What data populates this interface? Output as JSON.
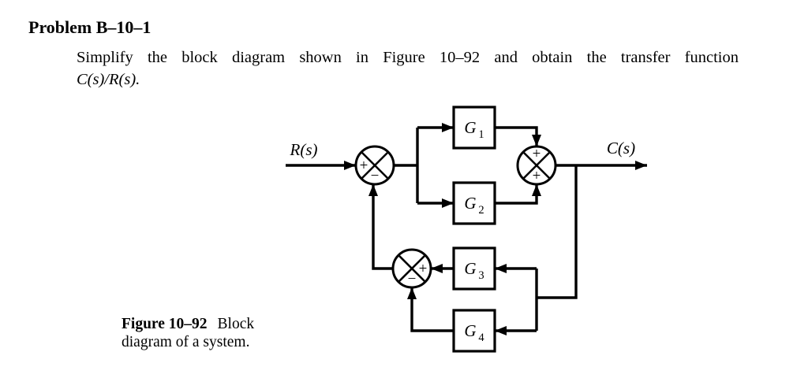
{
  "page": {
    "title": "Problem B–10–1",
    "statement_line1": "Simplify the block diagram shown in Figure 10–92 and obtain the transfer function",
    "statement_line2": "C(s)/R(s)."
  },
  "figure": {
    "caption_label": "Figure 10–92",
    "caption_line1": "Block",
    "caption_line2": "diagram of a system."
  },
  "diagram": {
    "input_label": "R(s)",
    "output_label": "C(s)",
    "blocks": [
      {
        "id": "G1",
        "letter": "G",
        "subscript": "1"
      },
      {
        "id": "G2",
        "letter": "G",
        "subscript": "2"
      },
      {
        "id": "G3",
        "letter": "G",
        "subscript": "3"
      },
      {
        "id": "G4",
        "letter": "G",
        "subscript": "4"
      }
    ],
    "junctions": [
      {
        "id": "input-sum",
        "sign_left": "+",
        "sign_bottom": "−"
      },
      {
        "id": "output-sum",
        "sign_top": "+",
        "sign_bottom": "+"
      },
      {
        "id": "feedback-sum",
        "sign_right": "+",
        "sign_bottom": "−"
      }
    ],
    "colors": {
      "ink": "#000000",
      "paper": "#ffffff"
    }
  }
}
